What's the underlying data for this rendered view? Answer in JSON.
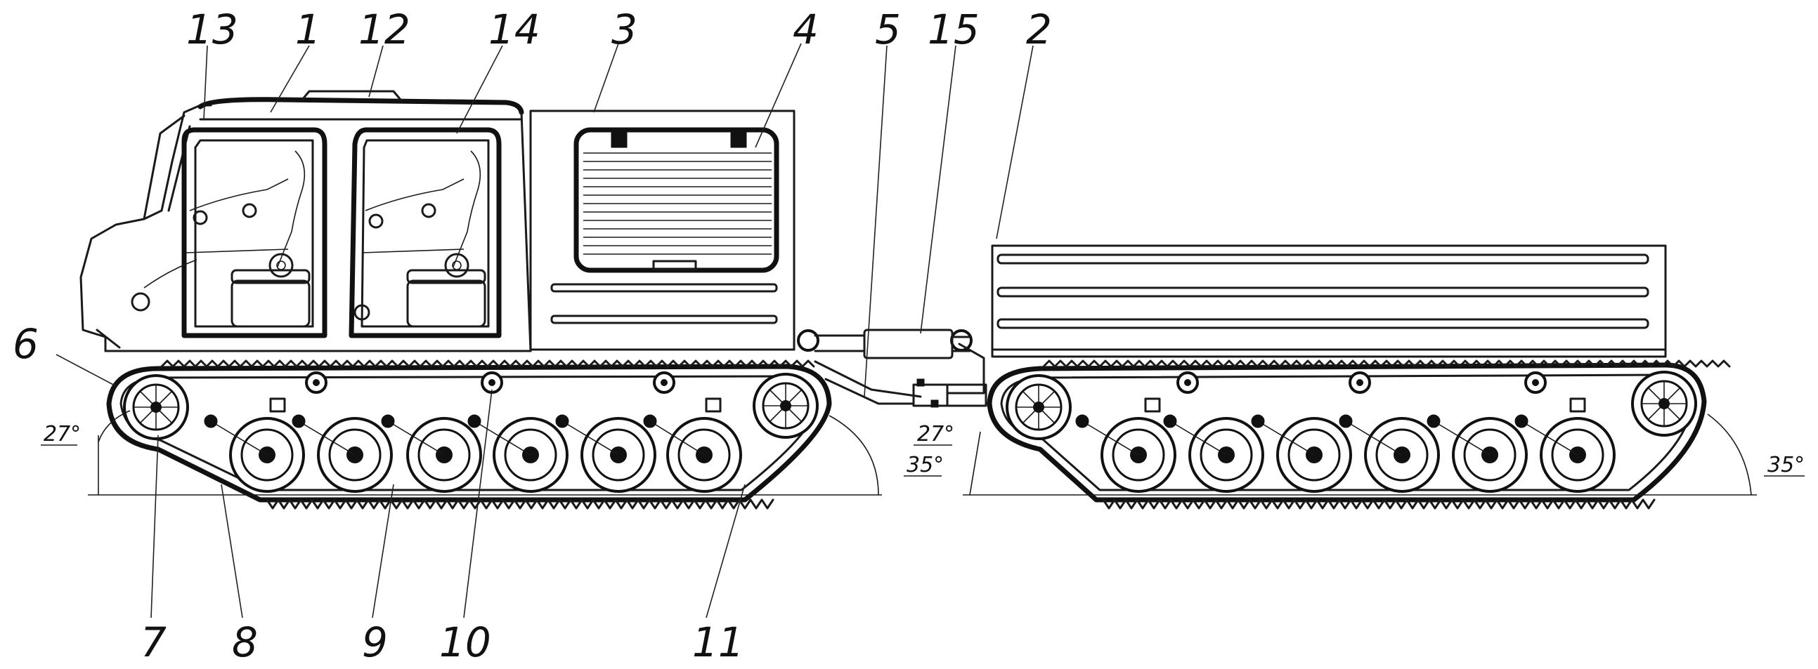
{
  "callouts": [
    {
      "text": "1"
    },
    {
      "text": "2"
    },
    {
      "text": "3"
    },
    {
      "text": "4"
    },
    {
      "text": "5"
    },
    {
      "text": "6"
    },
    {
      "text": "7"
    },
    {
      "text": "8"
    },
    {
      "text": "9"
    },
    {
      "text": "10"
    },
    {
      "text": "11"
    },
    {
      "text": "12"
    },
    {
      "text": "13"
    },
    {
      "text": "14"
    },
    {
      "text": "15"
    }
  ],
  "angles": [
    {
      "text": "27°"
    },
    {
      "text": "35°"
    },
    {
      "text": "27°"
    },
    {
      "text": "35°"
    }
  ]
}
